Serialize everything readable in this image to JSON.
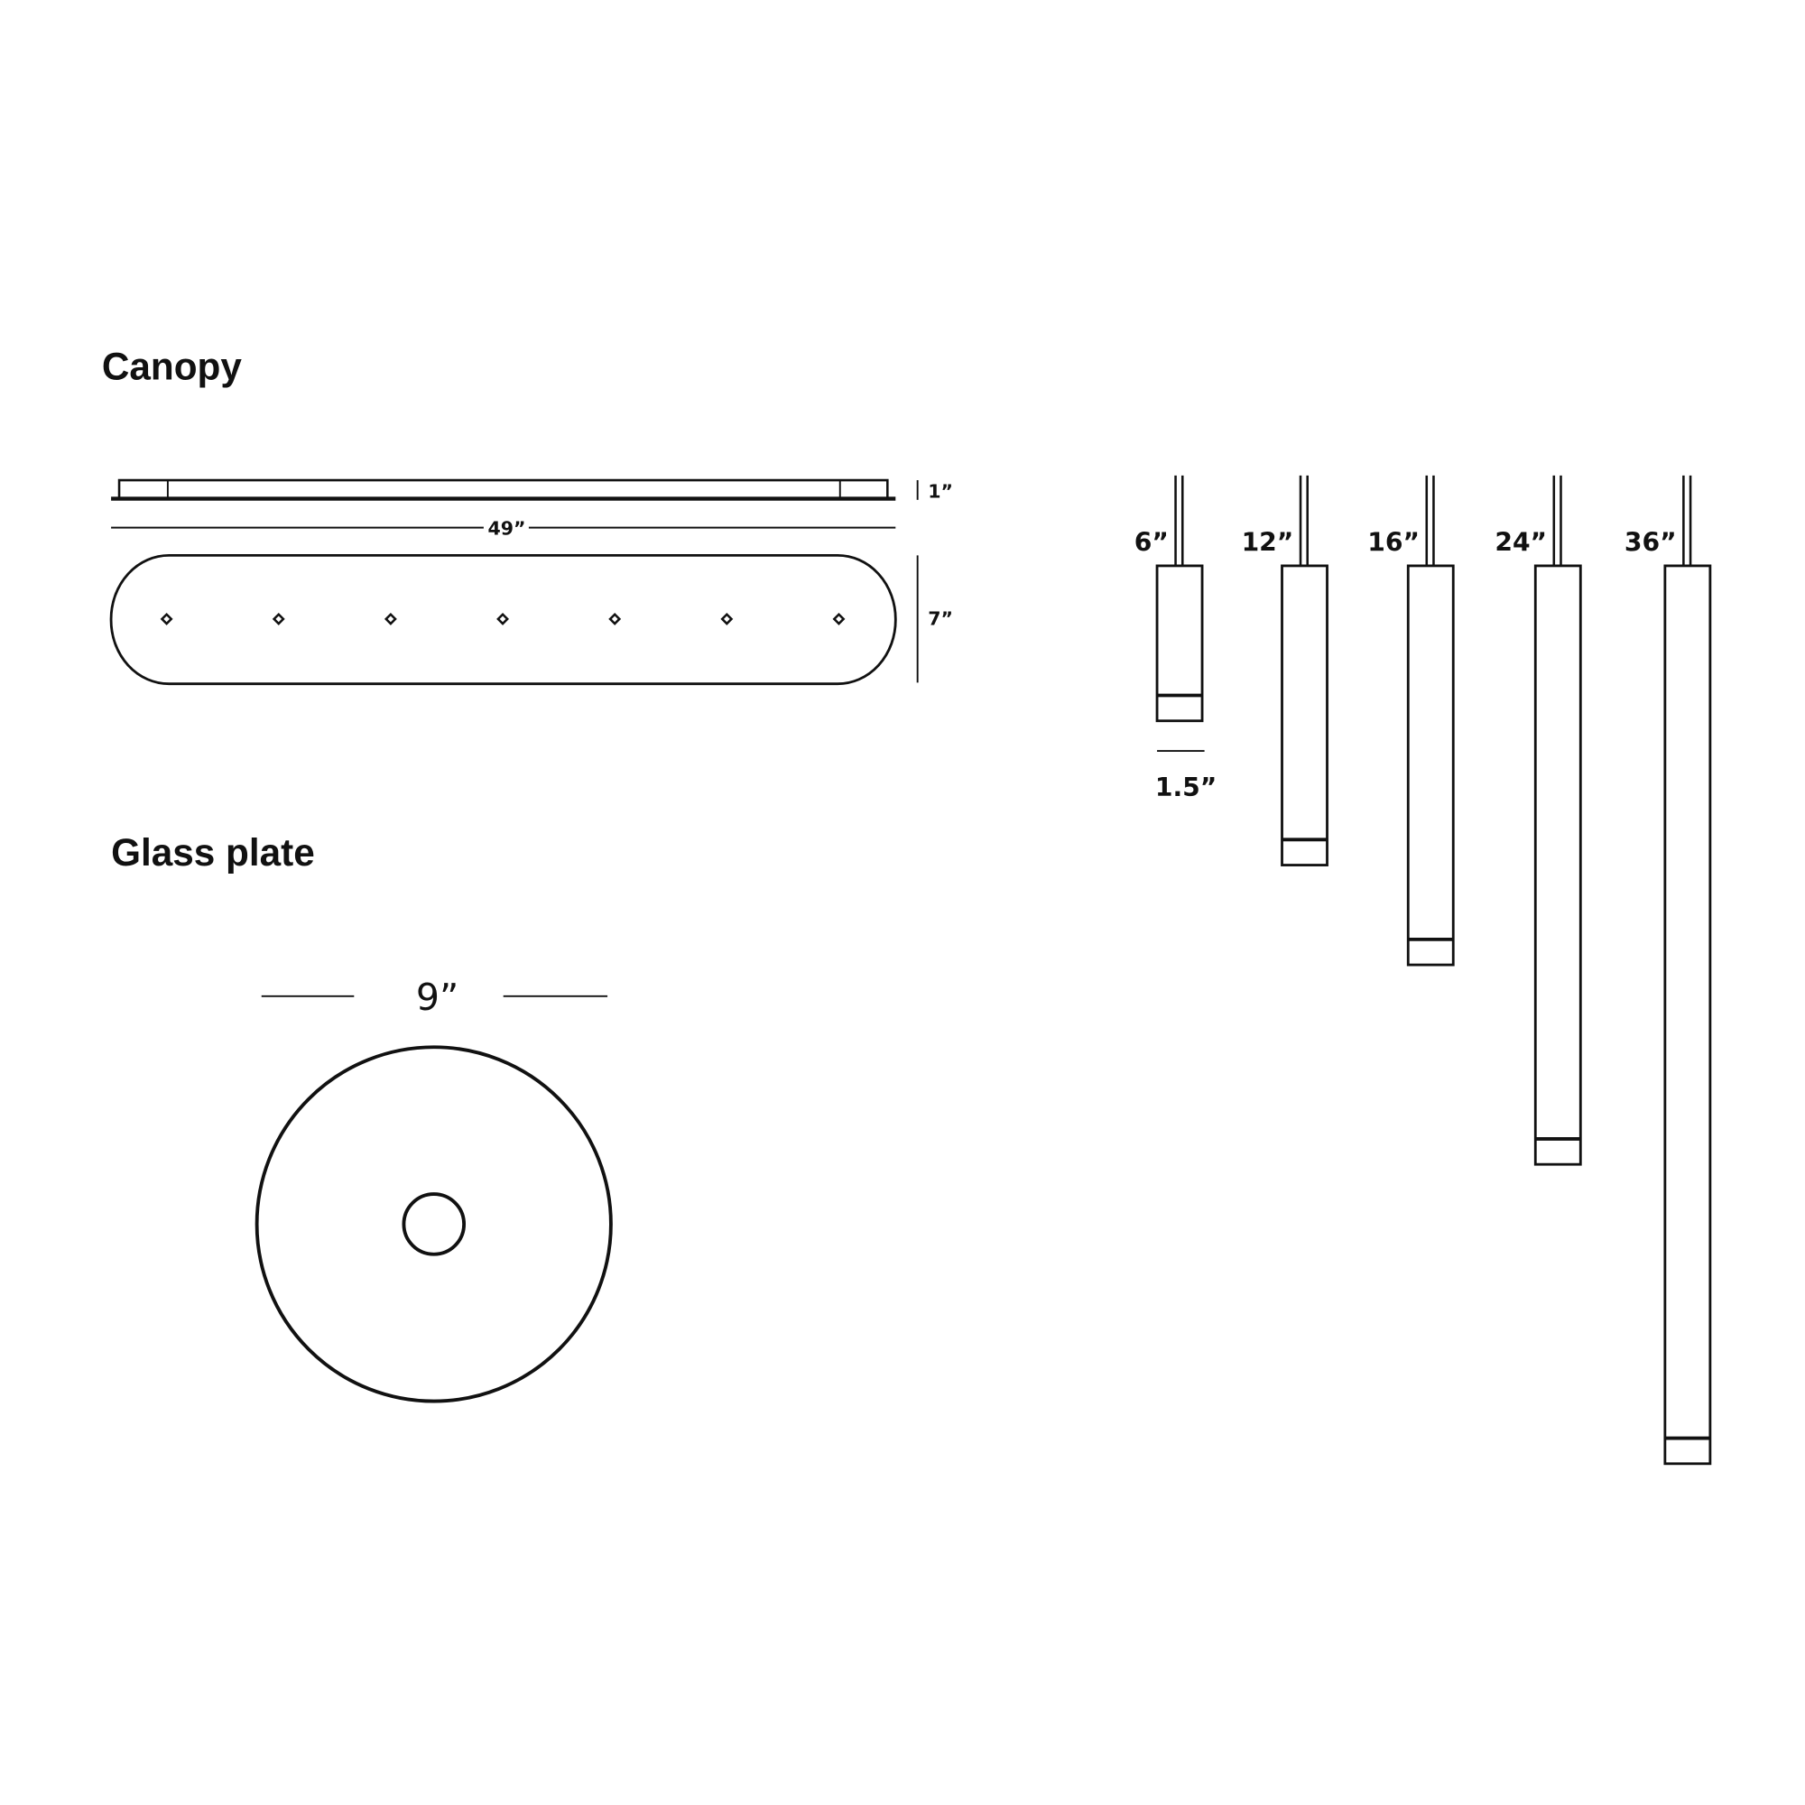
{
  "canopy": {
    "title": "Canopy",
    "height_label": "1”",
    "length_label": "49”",
    "width_label": "7”",
    "mount_points": 7
  },
  "glass_plate": {
    "title": "Glass plate",
    "diameter_label": "9”"
  },
  "pendants": {
    "diameter_label": "1.5”",
    "items": [
      {
        "label": "6”",
        "length_in": 6
      },
      {
        "label": "12”",
        "length_in": 12
      },
      {
        "label": "16”",
        "length_in": 16
      },
      {
        "label": "24”",
        "length_in": 24
      },
      {
        "label": "36”",
        "length_in": 36
      }
    ]
  }
}
